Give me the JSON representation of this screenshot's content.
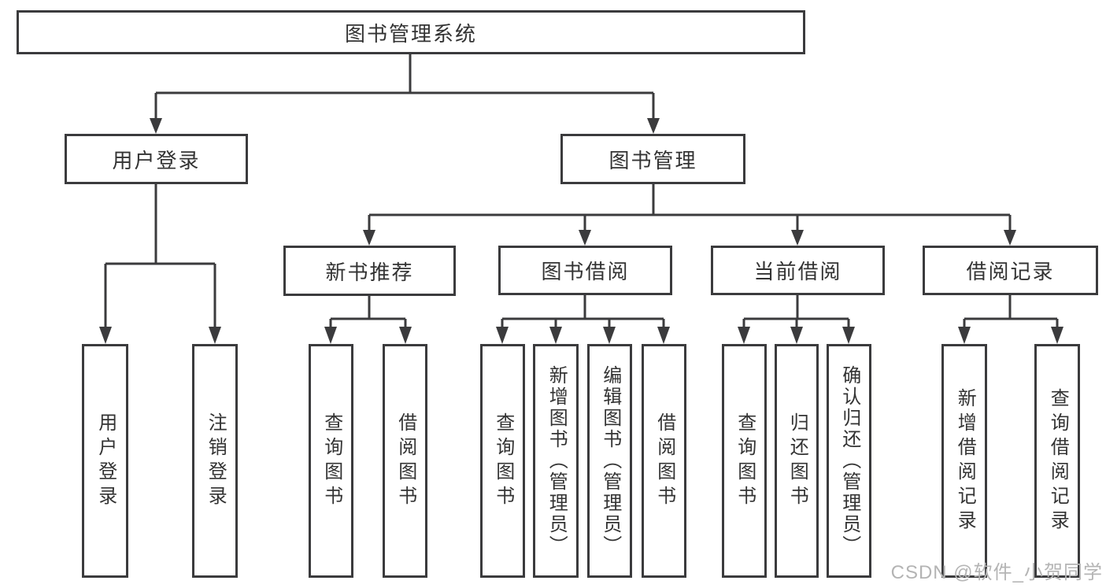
{
  "diagram_type": "functional-structure-tree",
  "colors": {
    "line": "#3b3b3d",
    "text": "#333333",
    "watermark": "#b4b4b4",
    "background": "#ffffff"
  },
  "tree": {
    "root": {
      "label": "图书管理系统"
    },
    "branches": [
      {
        "label": "用户登录",
        "children": [
          {
            "label": "用户登录"
          },
          {
            "label": "注销登录"
          }
        ]
      },
      {
        "label": "图书管理",
        "children": [
          {
            "label": "新书推荐",
            "children": [
              {
                "label": "查询图书"
              },
              {
                "label": "借阅图书"
              }
            ]
          },
          {
            "label": "图书借阅",
            "children": [
              {
                "label": "查询图书"
              },
              {
                "label": "新增图书（管理员）"
              },
              {
                "label": "编辑图书（管理员）"
              },
              {
                "label": "借阅图书"
              }
            ]
          },
          {
            "label": "当前借阅",
            "children": [
              {
                "label": "查询图书"
              },
              {
                "label": "归还图书"
              },
              {
                "label": "确认归还（管理员）"
              }
            ]
          },
          {
            "label": "借阅记录",
            "children": [
              {
                "label": "新增借阅记录"
              },
              {
                "label": "查询借阅记录"
              }
            ]
          }
        ]
      }
    ]
  },
  "watermark": {
    "text": "CSDN @软件_小贺同学"
  }
}
